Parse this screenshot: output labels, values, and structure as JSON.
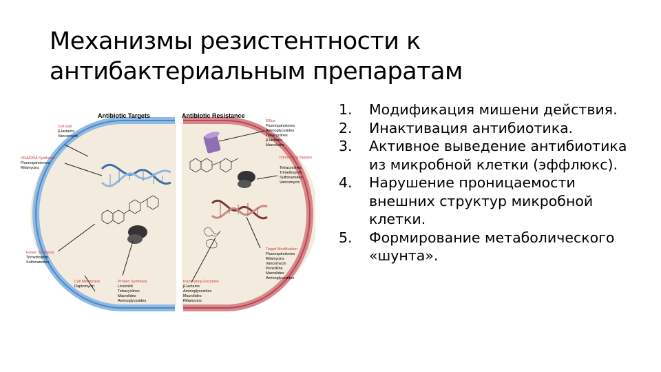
{
  "slide": {
    "title_line1": "Механизмы резистентности к",
    "title_line2": "антибактериальным препаратам"
  },
  "diagram": {
    "left_header": "Antibiotic Targets",
    "right_header": "Antibiotic Resistance",
    "labels": {
      "cell_wall": {
        "title": "Cell wall",
        "items": [
          "β-lactams",
          "Vancomycin"
        ]
      },
      "dna_rna": {
        "title": "DNA/RNA Synthesis",
        "items": [
          "Fluoroquinolones",
          "Rifamycins"
        ]
      },
      "folate": {
        "title": "Folate Synthesis",
        "items": [
          "Trimethoprim",
          "Sulfonamides"
        ]
      },
      "cell_membrane": {
        "title": "Cell Membrane",
        "items": [
          "Daptomycin"
        ]
      },
      "protein": {
        "title": "Protein Synthesis",
        "items": [
          "Linezolid",
          "Tetracyclines",
          "Macrolides",
          "Aminoglycosides"
        ]
      },
      "efflux": {
        "title": "Efflux",
        "items": [
          "Fluoroquinolones",
          "Aminoglycosides",
          "Tetracyclines",
          "β-lactams",
          "Macrolides"
        ]
      },
      "immunity": {
        "title": "Immunity & Bypass",
        "items": [
          "Tetracyclines",
          "Trimethoprim",
          "Sulfonamides",
          "Vancomycin"
        ]
      },
      "target_mod": {
        "title": "Target Modification",
        "items": [
          "Fluoroquinolones",
          "Rifamycins",
          "Vancomycin",
          "Penicillins",
          "Macrolides",
          "Aminoglycosides"
        ]
      },
      "inactivating": {
        "title": "Inactivating Enzymes",
        "items": [
          "β-lactams",
          "Aminoglycosides",
          "Macrolides",
          "Rifamycins"
        ]
      }
    }
  },
  "mechanisms": [
    {
      "num": "1.",
      "text": "Модификация мишени действия."
    },
    {
      "num": "2.",
      "text": "Инактивация антибиотика."
    },
    {
      "num": "3.",
      "text": "Активное выведение антибиотика из микробной клетки (эффлюкс)."
    },
    {
      "num": "4.",
      "text": "Нарушение проницаемости внешних структур микробной клетки."
    },
    {
      "num": "5.",
      "text": "Формирование метаболического «шунта»."
    }
  ],
  "colors": {
    "left_ring": "#6fa3d8",
    "right_ring": "#c9575f",
    "cell_fill": "#f4ebdf",
    "label_red": "#d23a3a"
  }
}
